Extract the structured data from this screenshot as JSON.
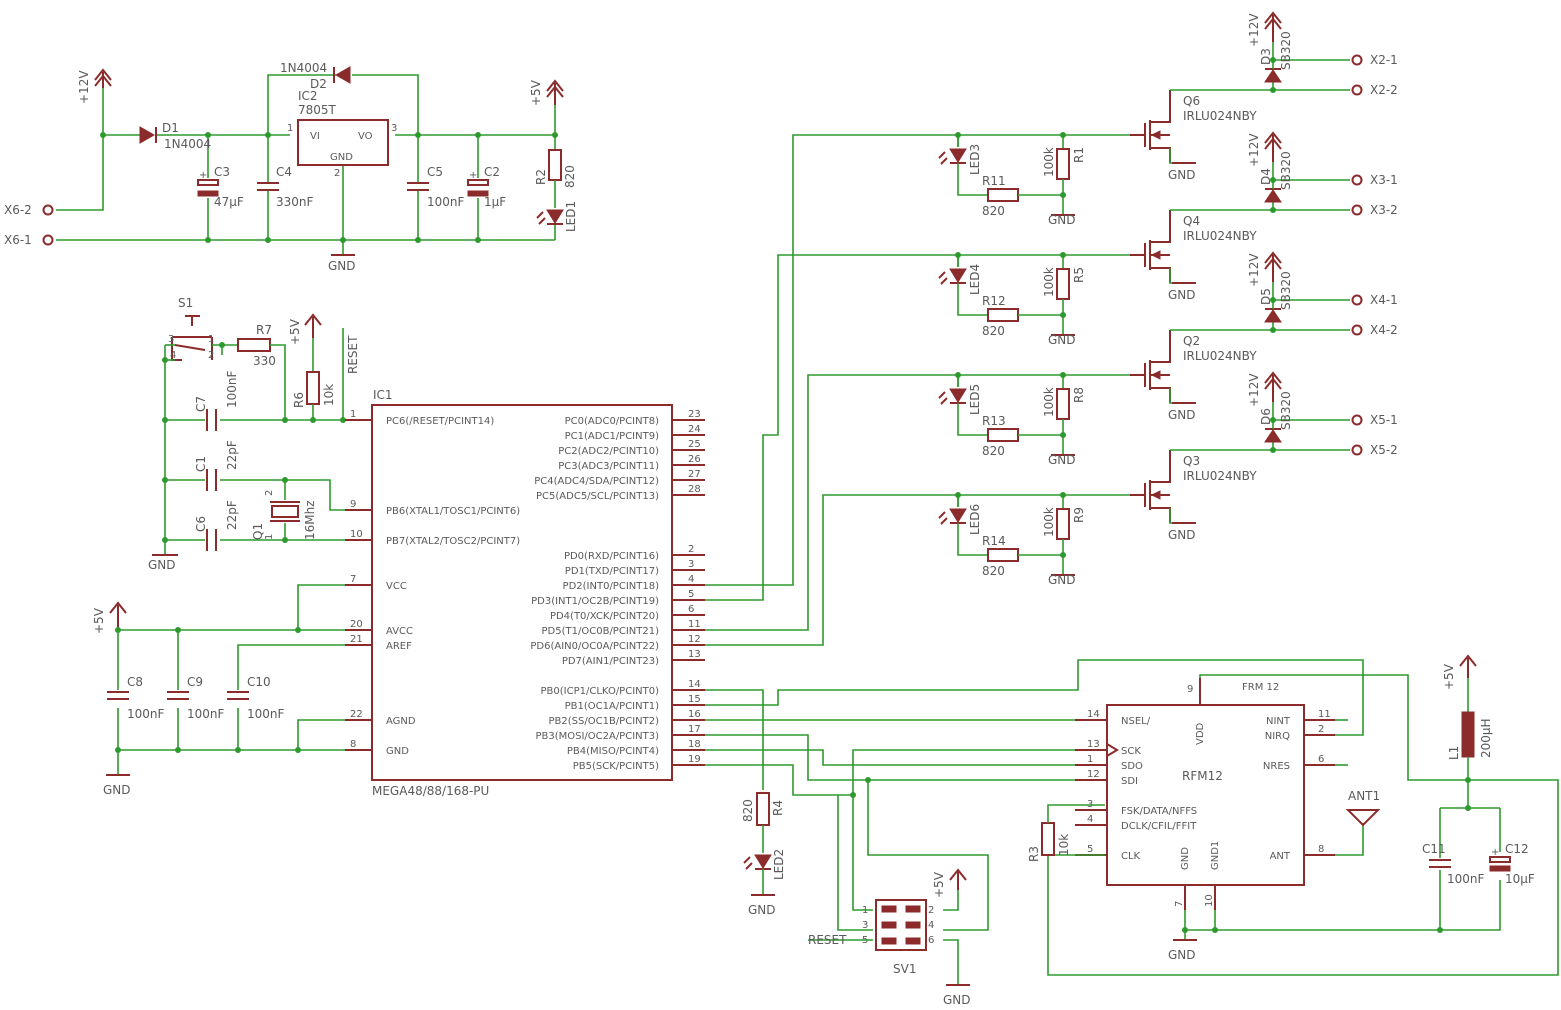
{
  "colors": {
    "background": "#ffffff",
    "wire": "#2e9a2e",
    "component": "#8c2b2b",
    "text": "#5a5a5a"
  },
  "power_supply": {
    "d1": {
      "name": "D1",
      "value": "1N4004"
    },
    "d2": {
      "name": "D2",
      "value": "1N4004"
    },
    "ic2": {
      "name": "IC2",
      "value": "7805T",
      "pin_vi": "VI",
      "pin_vo": "VO",
      "pin_gnd": "GND",
      "pin1": "1",
      "pin2": "2",
      "pin3": "3"
    },
    "c3": {
      "name": "C3",
      "value": "47µF"
    },
    "c4": {
      "name": "C4",
      "value": "330nF"
    },
    "c5": {
      "name": "C5",
      "value": "100nF"
    },
    "c2": {
      "name": "C2",
      "value": "1µF"
    },
    "r2": {
      "name": "R2",
      "value": "820"
    },
    "led1": {
      "name": "LED1"
    },
    "plus12": "+12V",
    "plus5": "+5V",
    "gnd": "GND",
    "x6_2": "X6-2",
    "x6_1": "X6-1"
  },
  "reset_section": {
    "s1": "S1",
    "s1_pins": [
      "3",
      "1",
      "4",
      "2"
    ],
    "r7": {
      "name": "R7",
      "value": "330"
    },
    "r6": {
      "name": "R6",
      "value": "10k"
    },
    "reset_label": "RESET",
    "plus5": "+5V",
    "c7": {
      "name": "C7",
      "value": "100nF"
    },
    "c1": {
      "name": "C1",
      "value": "22pF"
    },
    "c6": {
      "name": "C6",
      "value": "22pF"
    },
    "q1": {
      "name": "Q1",
      "value": "16Mhz",
      "pin1": "1",
      "pin2": "2"
    },
    "gnd": "GND"
  },
  "mcu": {
    "name": "IC1",
    "part": "MEGA48/88/168-PU",
    "left_pins": [
      {
        "num": "1",
        "name": "PC6(/RESET/PCINT14)"
      },
      {
        "num": "9",
        "name": "PB6(XTAL1/TOSC1/PCINT6)"
      },
      {
        "num": "10",
        "name": "PB7(XTAL2/TOSC2/PCINT7)"
      },
      {
        "num": "7",
        "name": "VCC"
      },
      {
        "num": "20",
        "name": "AVCC"
      },
      {
        "num": "21",
        "name": "AREF"
      },
      {
        "num": "22",
        "name": "AGND"
      },
      {
        "num": "8",
        "name": "GND"
      }
    ],
    "right_pins": [
      {
        "num": "23",
        "name": "PC0(ADC0/PCINT8)"
      },
      {
        "num": "24",
        "name": "PC1(ADC1/PCINT9)"
      },
      {
        "num": "25",
        "name": "PC2(ADC2/PCINT10)"
      },
      {
        "num": "26",
        "name": "PC3(ADC3/PCINT11)"
      },
      {
        "num": "27",
        "name": "PC4(ADC4/SDA/PCINT12)"
      },
      {
        "num": "28",
        "name": "PC5(ADC5/SCL/PCINT13)"
      },
      {
        "num": "2",
        "name": "PD0(RXD/PCINT16)"
      },
      {
        "num": "3",
        "name": "PD1(TXD/PCINT17)"
      },
      {
        "num": "4",
        "name": "PD2(INT0/PCINT18)"
      },
      {
        "num": "5",
        "name": "PD3(INT1/OC2B/PCINT19)"
      },
      {
        "num": "6",
        "name": "PD4(T0/XCK/PCINT20)"
      },
      {
        "num": "11",
        "name": "PD5(T1/OC0B/PCINT21)"
      },
      {
        "num": "12",
        "name": "PD6(AIN0/OC0A/PCINT22)"
      },
      {
        "num": "13",
        "name": "PD7(AIN1/PCINT23)"
      },
      {
        "num": "14",
        "name": "PB0(ICP1/CLKO/PCINT0)"
      },
      {
        "num": "15",
        "name": "PB1(OC1A/PCINT1)"
      },
      {
        "num": "16",
        "name": "PB2(SS/OC1B/PCINT2)"
      },
      {
        "num": "17",
        "name": "PB3(MOSI/OC2A/PCINT3)"
      },
      {
        "num": "18",
        "name": "PB4(MISO/PCINT4)"
      },
      {
        "num": "19",
        "name": "PB5(SCK/PCINT5)"
      }
    ]
  },
  "decoupling": {
    "plus5": "+5V",
    "gnd": "GND",
    "c8": {
      "name": "C8",
      "value": "100nF"
    },
    "c9": {
      "name": "C9",
      "value": "100nF"
    },
    "c10": {
      "name": "C10",
      "value": "100nF"
    }
  },
  "led_status": {
    "r4": {
      "name": "R4",
      "value": "820"
    },
    "led2": "LED2",
    "gnd": "GND"
  },
  "isp": {
    "name": "SV1",
    "pins": [
      "1",
      "2",
      "3",
      "4",
      "5",
      "6"
    ],
    "reset_label": "RESET",
    "plus5": "+5V",
    "gnd": "GND"
  },
  "rfm12": {
    "title": "FRM 12",
    "name": "RFM12",
    "pins_left": [
      {
        "num": "14",
        "name": "NSEL/"
      },
      {
        "num": "13",
        "name": "SCK"
      },
      {
        "num": "1",
        "name": "SDO"
      },
      {
        "num": "12",
        "name": "SDI"
      },
      {
        "num": "3",
        "name": "FSK/DATA/NFFS"
      },
      {
        "num": "4",
        "name": "DCLK/CFIL/FFIT"
      },
      {
        "num": "5",
        "name": "CLK"
      }
    ],
    "pins_right": [
      {
        "num": "11",
        "name": "NINT"
      },
      {
        "num": "2",
        "name": "NIRQ"
      },
      {
        "num": "6",
        "name": "NRES"
      },
      {
        "num": "8",
        "name": "ANT"
      }
    ],
    "pin_vdd": {
      "num": "9",
      "name": "VDD"
    },
    "pin_gnd": {
      "num": "7",
      "name": "GND"
    },
    "pin_gnd1": {
      "num": "10",
      "name": "GND1"
    },
    "r3": {
      "name": "R3",
      "value": "10k"
    },
    "ant": "ANT1",
    "l1": {
      "name": "L1",
      "value": "200µH"
    },
    "c11": {
      "name": "C11",
      "value": "100nF"
    },
    "c12": {
      "name": "C12",
      "value": "10µF"
    },
    "plus5": "+5V",
    "gnd": "GND"
  },
  "channels": [
    {
      "led": "LED3",
      "r_led": {
        "name": "R11",
        "value": "820"
      },
      "r_gate": {
        "name": "R1",
        "value": "100k"
      },
      "fet": {
        "name": "Q6",
        "value": "IRLU024NBY"
      },
      "diode": {
        "name": "D3",
        "value": "SB320"
      },
      "conn1": "X2-1",
      "conn2": "X2-2",
      "plus12": "+12V",
      "gnd": "GND"
    },
    {
      "led": "LED4",
      "r_led": {
        "name": "R12",
        "value": "820"
      },
      "r_gate": {
        "name": "R5",
        "value": "100k"
      },
      "fet": {
        "name": "Q4",
        "value": "IRLU024NBY"
      },
      "diode": {
        "name": "D4",
        "value": "SB320"
      },
      "conn1": "X3-1",
      "conn2": "X3-2",
      "plus12": "+12V",
      "gnd": "GND"
    },
    {
      "led": "LED5",
      "r_led": {
        "name": "R13",
        "value": "820"
      },
      "r_gate": {
        "name": "R8",
        "value": "100k"
      },
      "fet": {
        "name": "Q2",
        "value": "IRLU024NBY"
      },
      "diode": {
        "name": "D5",
        "value": "SB320"
      },
      "conn1": "X4-1",
      "conn2": "X4-2",
      "plus12": "+12V",
      "gnd": "GND"
    },
    {
      "led": "LED6",
      "r_led": {
        "name": "R14",
        "value": "820"
      },
      "r_gate": {
        "name": "R9",
        "value": "100k"
      },
      "fet": {
        "name": "Q3",
        "value": "IRLU024NBY"
      },
      "diode": {
        "name": "D6",
        "value": "SB320"
      },
      "conn1": "X5-1",
      "conn2": "X5-2",
      "plus12": "+12V",
      "gnd": "GND"
    }
  ]
}
